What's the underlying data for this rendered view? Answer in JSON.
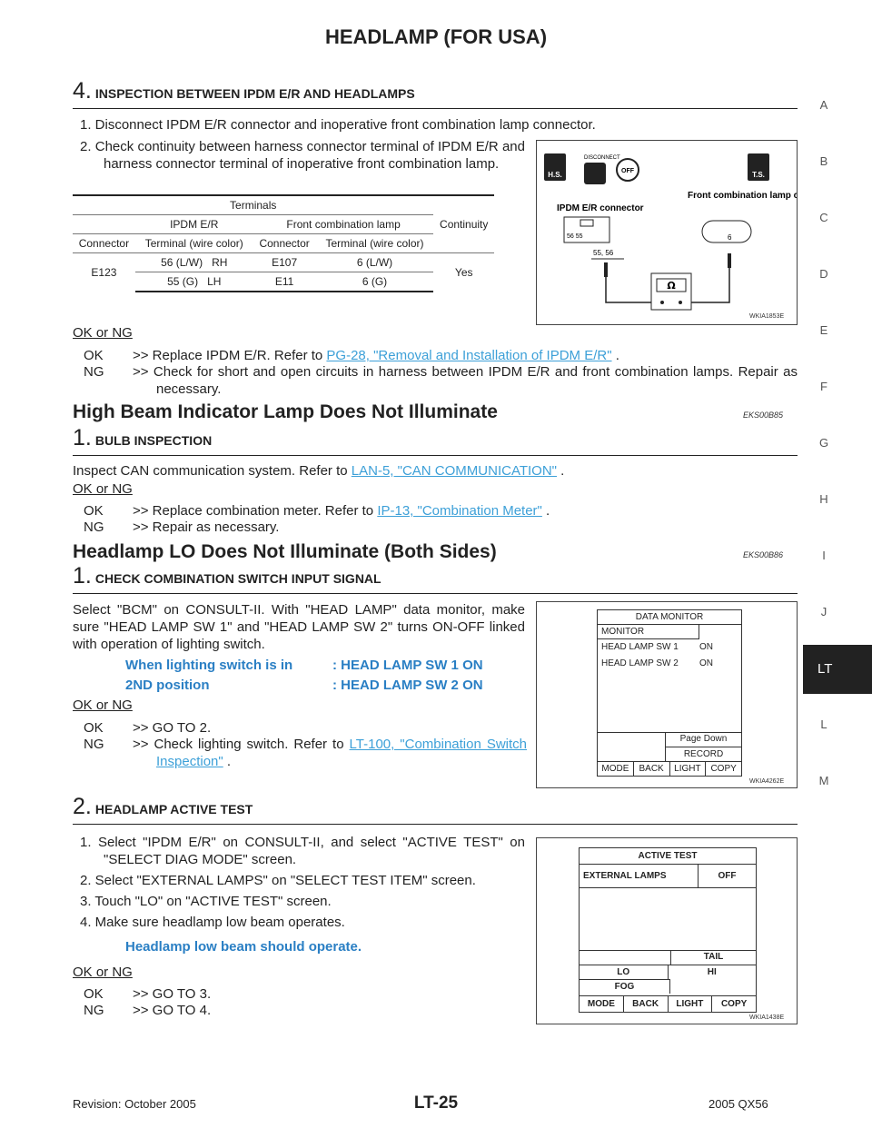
{
  "header": {
    "title": "HEADLAMP (FOR USA)"
  },
  "side_index": {
    "letters": [
      "A",
      "B",
      "C",
      "D",
      "E",
      "F",
      "G",
      "H",
      "I",
      "J",
      "LT",
      "L",
      "M"
    ],
    "active": "LT"
  },
  "step4": {
    "number": "4.",
    "title": "INSPECTION BETWEEN IPDM E/R AND HEADLAMPS",
    "item1": "1.  Disconnect IPDM E/R connector and inoperative front combination lamp connector.",
    "item2": "2.  Check continuity between harness connector terminal of IPDM E/R and harness connector terminal of inoperative front combination lamp.",
    "table": {
      "h_terminals": "Terminals",
      "h_continuity": "Continuity",
      "h_ipdm": "IPDM E/R",
      "h_front": "Front combination lamp",
      "h_connector": "Connector",
      "h_terminal_wire": "Terminal (wire color)",
      "row1": {
        "conn": "E123",
        "term": "56 (L/W)",
        "side": "RH",
        "lamp_conn": "E107",
        "lamp_term": "6 (L/W)",
        "cont": "Yes"
      },
      "row2": {
        "term": "55 (G)",
        "side": "LH",
        "lamp_conn": "E11",
        "lamp_term": "6 (G)"
      }
    },
    "figure": {
      "hs": "H.S.",
      "disconnect": "DISCONNECT",
      "off": "OFF",
      "ts": "T.S.",
      "ipdm_label": "IPDM E/R connector",
      "front_label": "Front combination lamp connector",
      "pins": "56 55",
      "pins_wire": "55, 56",
      "pin6": "6",
      "ohm": "Ω",
      "code": "WKIA1853E"
    },
    "ok_ng": "OK or NG",
    "ok": {
      "key": "OK",
      "text_pre": ">> Replace IPDM E/R. Refer to ",
      "link": "PG-28, \"Removal and Installation of IPDM E/R\"",
      "text_post": " ."
    },
    "ng": {
      "key": "NG",
      "text": ">> Check for short and open circuits in harness between IPDM E/R and front combination lamps. Repair as necessary."
    }
  },
  "high_beam": {
    "title": "High Beam Indicator Lamp Does Not Illuminate",
    "code": "EKS00B85",
    "step_number": "1.",
    "step_title": "BULB INSPECTION",
    "text_pre": "Inspect CAN communication system. Refer to ",
    "link": "LAN-5, \"CAN COMMUNICATION\"",
    "text_post": " .",
    "ok_ng": "OK or NG",
    "ok": {
      "key": "OK",
      "text_pre": ">> Replace combination meter. Refer to ",
      "link": "IP-13, \"Combination Meter\"",
      "text_post": " ."
    },
    "ng": {
      "key": "NG",
      "text": ">> Repair as necessary."
    }
  },
  "headlamp_lo": {
    "title": "Headlamp LO Does Not Illuminate (Both Sides)",
    "code": "EKS00B86",
    "step1": {
      "number": "1.",
      "title": "CHECK COMBINATION SWITCH INPUT SIGNAL",
      "text": "Select \"BCM\" on CONSULT-II. With \"HEAD LAMP\" data monitor, make sure \"HEAD LAMP SW 1\" and \"HEAD LAMP SW 2\" turns ON-OFF linked with operation of lighting switch.",
      "cond_left1": "When lighting switch is in",
      "cond_left2": "2ND position",
      "cond_right1": ": HEAD LAMP SW 1 ON",
      "cond_right2": ": HEAD LAMP SW 2 ON",
      "ok_ng": "OK or NG",
      "ok": {
        "key": "OK",
        "text": ">> GO TO 2."
      },
      "ng": {
        "key": "NG",
        "text_pre": ">> Check lighting switch. Refer to ",
        "link": "LT-100, \"Combination Switch Inspection\"",
        "text_post": " ."
      },
      "screen": {
        "title": "DATA MONITOR",
        "monitor": "MONITOR",
        "row1_label": "HEAD LAMP SW 1",
        "row1_value": "ON",
        "row2_label": "HEAD LAMP SW 2",
        "row2_value": "ON",
        "page_down": "Page Down",
        "record": "RECORD",
        "btns": [
          "MODE",
          "BACK",
          "LIGHT",
          "COPY"
        ],
        "code": "WKIA4262E"
      }
    },
    "step2": {
      "number": "2.",
      "title": "HEADLAMP ACTIVE TEST",
      "item1": "1.  Select \"IPDM E/R\" on CONSULT-II, and select \"ACTIVE TEST\" on \"SELECT DIAG MODE\" screen.",
      "item2": "2.  Select \"EXTERNAL LAMPS\" on \"SELECT TEST ITEM\" screen.",
      "item3": "3.  Touch \"LO\" on \"ACTIVE TEST\" screen.",
      "item4": "4.  Make sure headlamp low beam operates.",
      "cond": "Headlamp low beam should operate.",
      "ok_ng": "OK or NG",
      "ok": {
        "key": "OK",
        "text": ">> GO TO 3."
      },
      "ng": {
        "key": "NG",
        "text": ">> GO TO 4."
      },
      "screen": {
        "title": "ACTIVE TEST",
        "item": "EXTERNAL LAMPS",
        "item_value": "OFF",
        "tail": "TAIL",
        "lo": "LO",
        "hi": "HI",
        "fog": "FOG",
        "btns": [
          "MODE",
          "BACK",
          "LIGHT",
          "COPY"
        ],
        "code": "WKIA1438E"
      }
    }
  },
  "footer": {
    "left": "Revision: October 2005",
    "center": "LT-25",
    "right": "2005 QX56"
  }
}
